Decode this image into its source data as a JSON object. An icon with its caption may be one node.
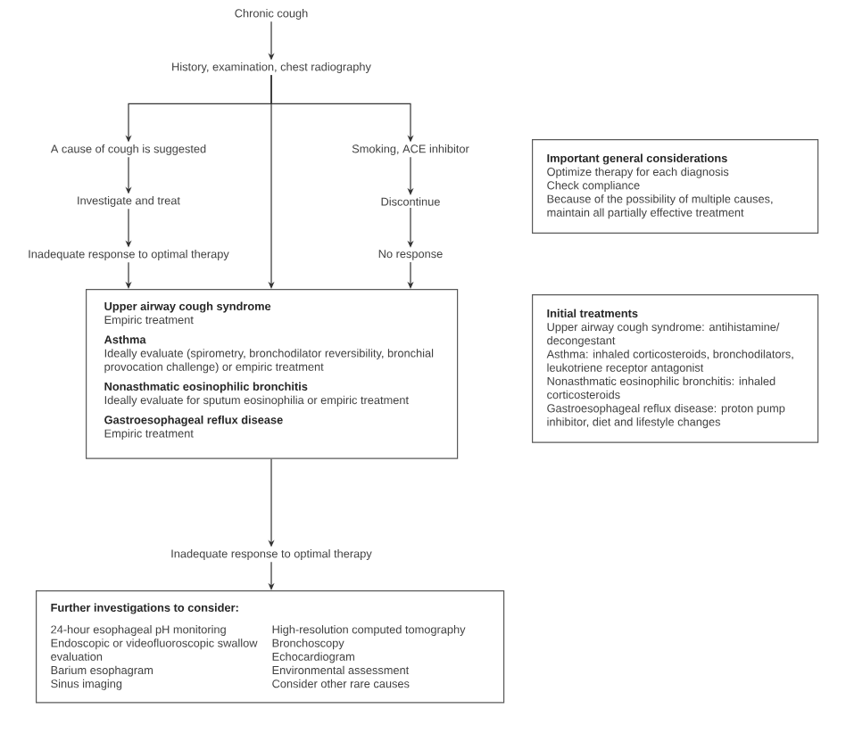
{
  "diagram": {
    "nodes": [
      {
        "text": [
          "Chronic cough"
        ]
      },
      {
        "text": [
          "History, examination, chest radiography"
        ]
      },
      {
        "text": [
          "A cause of cough is suggested"
        ]
      },
      {
        "text": [
          "Investigate and treat"
        ]
      },
      {
        "text": [
          "Inadequate response to optimal therapy"
        ]
      },
      {
        "text": [
          "Smoking, ACE inhibitor"
        ]
      },
      {
        "text": [
          "Discontinue"
        ]
      },
      {
        "text": [
          "No response"
        ]
      },
      {
        "text": [
          "Upper airway cough syndrome",
          "Empiric treatment",
          "Asthma",
          "Ideally evaluate (spirometry, bronchodilator reversibility, bronchial provocation challenge) or empiric treatment",
          "Nonasthmatic eosinophilic bronchitis",
          "Ideally evaluate for sputum eosinophilia or empiric treatment",
          "Gastroesophageal reflux disease",
          "Empiric treatment"
        ]
      },
      {
        "text": [
          "Inadequate response to optimal therapy"
        ]
      },
      {
        "text": [
          "Further investigations to consider:",
          "24-hour esophageal pH monitoring",
          "Endoscopic or videofluoroscopic swallow evaluation",
          "Barium esophagram",
          "Sinus imaging",
          "High-resolution computed tomography",
          "Bronchoscopy",
          "Echocardiogram",
          "Environmental assessment",
          "Consider other rare causes"
        ]
      },
      {
        "text": [
          "Important general considerations",
          "Optimize therapy for each diagnosis",
          "Check compliance",
          "Because of the possibility of multiple causes, maintain all partially effective treatment"
        ]
      },
      {
        "text": [
          "Initial treatments",
          "Upper airway cough syndrome: antihistamine/ decongestant",
          "Asthma: inhaled corticosteroids, bronchodilators, leukotriene receptor antagonist",
          "Nonasthmatic eosinophilic bronchitis: inhaled corticosteroids",
          "Gastroesophageal reflux disease: proton pump inhibitor, diet and lifestyle changes"
        ]
      }
    ],
    "edges": [
      {
        "from": 0,
        "to": 1,
        "arrow": "to"
      },
      {
        "from": 1,
        "to": 2,
        "arrow": "to"
      },
      {
        "from": 1,
        "to": 8,
        "arrow": "to"
      },
      {
        "from": 1,
        "to": 5,
        "arrow": "to"
      },
      {
        "from": 2,
        "to": 3,
        "arrow": "to"
      },
      {
        "from": 3,
        "to": 4,
        "arrow": "to"
      },
      {
        "from": 4,
        "to": 8,
        "arrow": "to"
      },
      {
        "from": 5,
        "to": 6,
        "arrow": "to"
      },
      {
        "from": 6,
        "to": 7,
        "arrow": "to"
      },
      {
        "from": 7,
        "to": 8,
        "arrow": "to"
      },
      {
        "from": 8,
        "to": 9,
        "arrow": "to"
      },
      {
        "from": 9,
        "to": 10,
        "arrow": "to"
      }
    ]
  }
}
